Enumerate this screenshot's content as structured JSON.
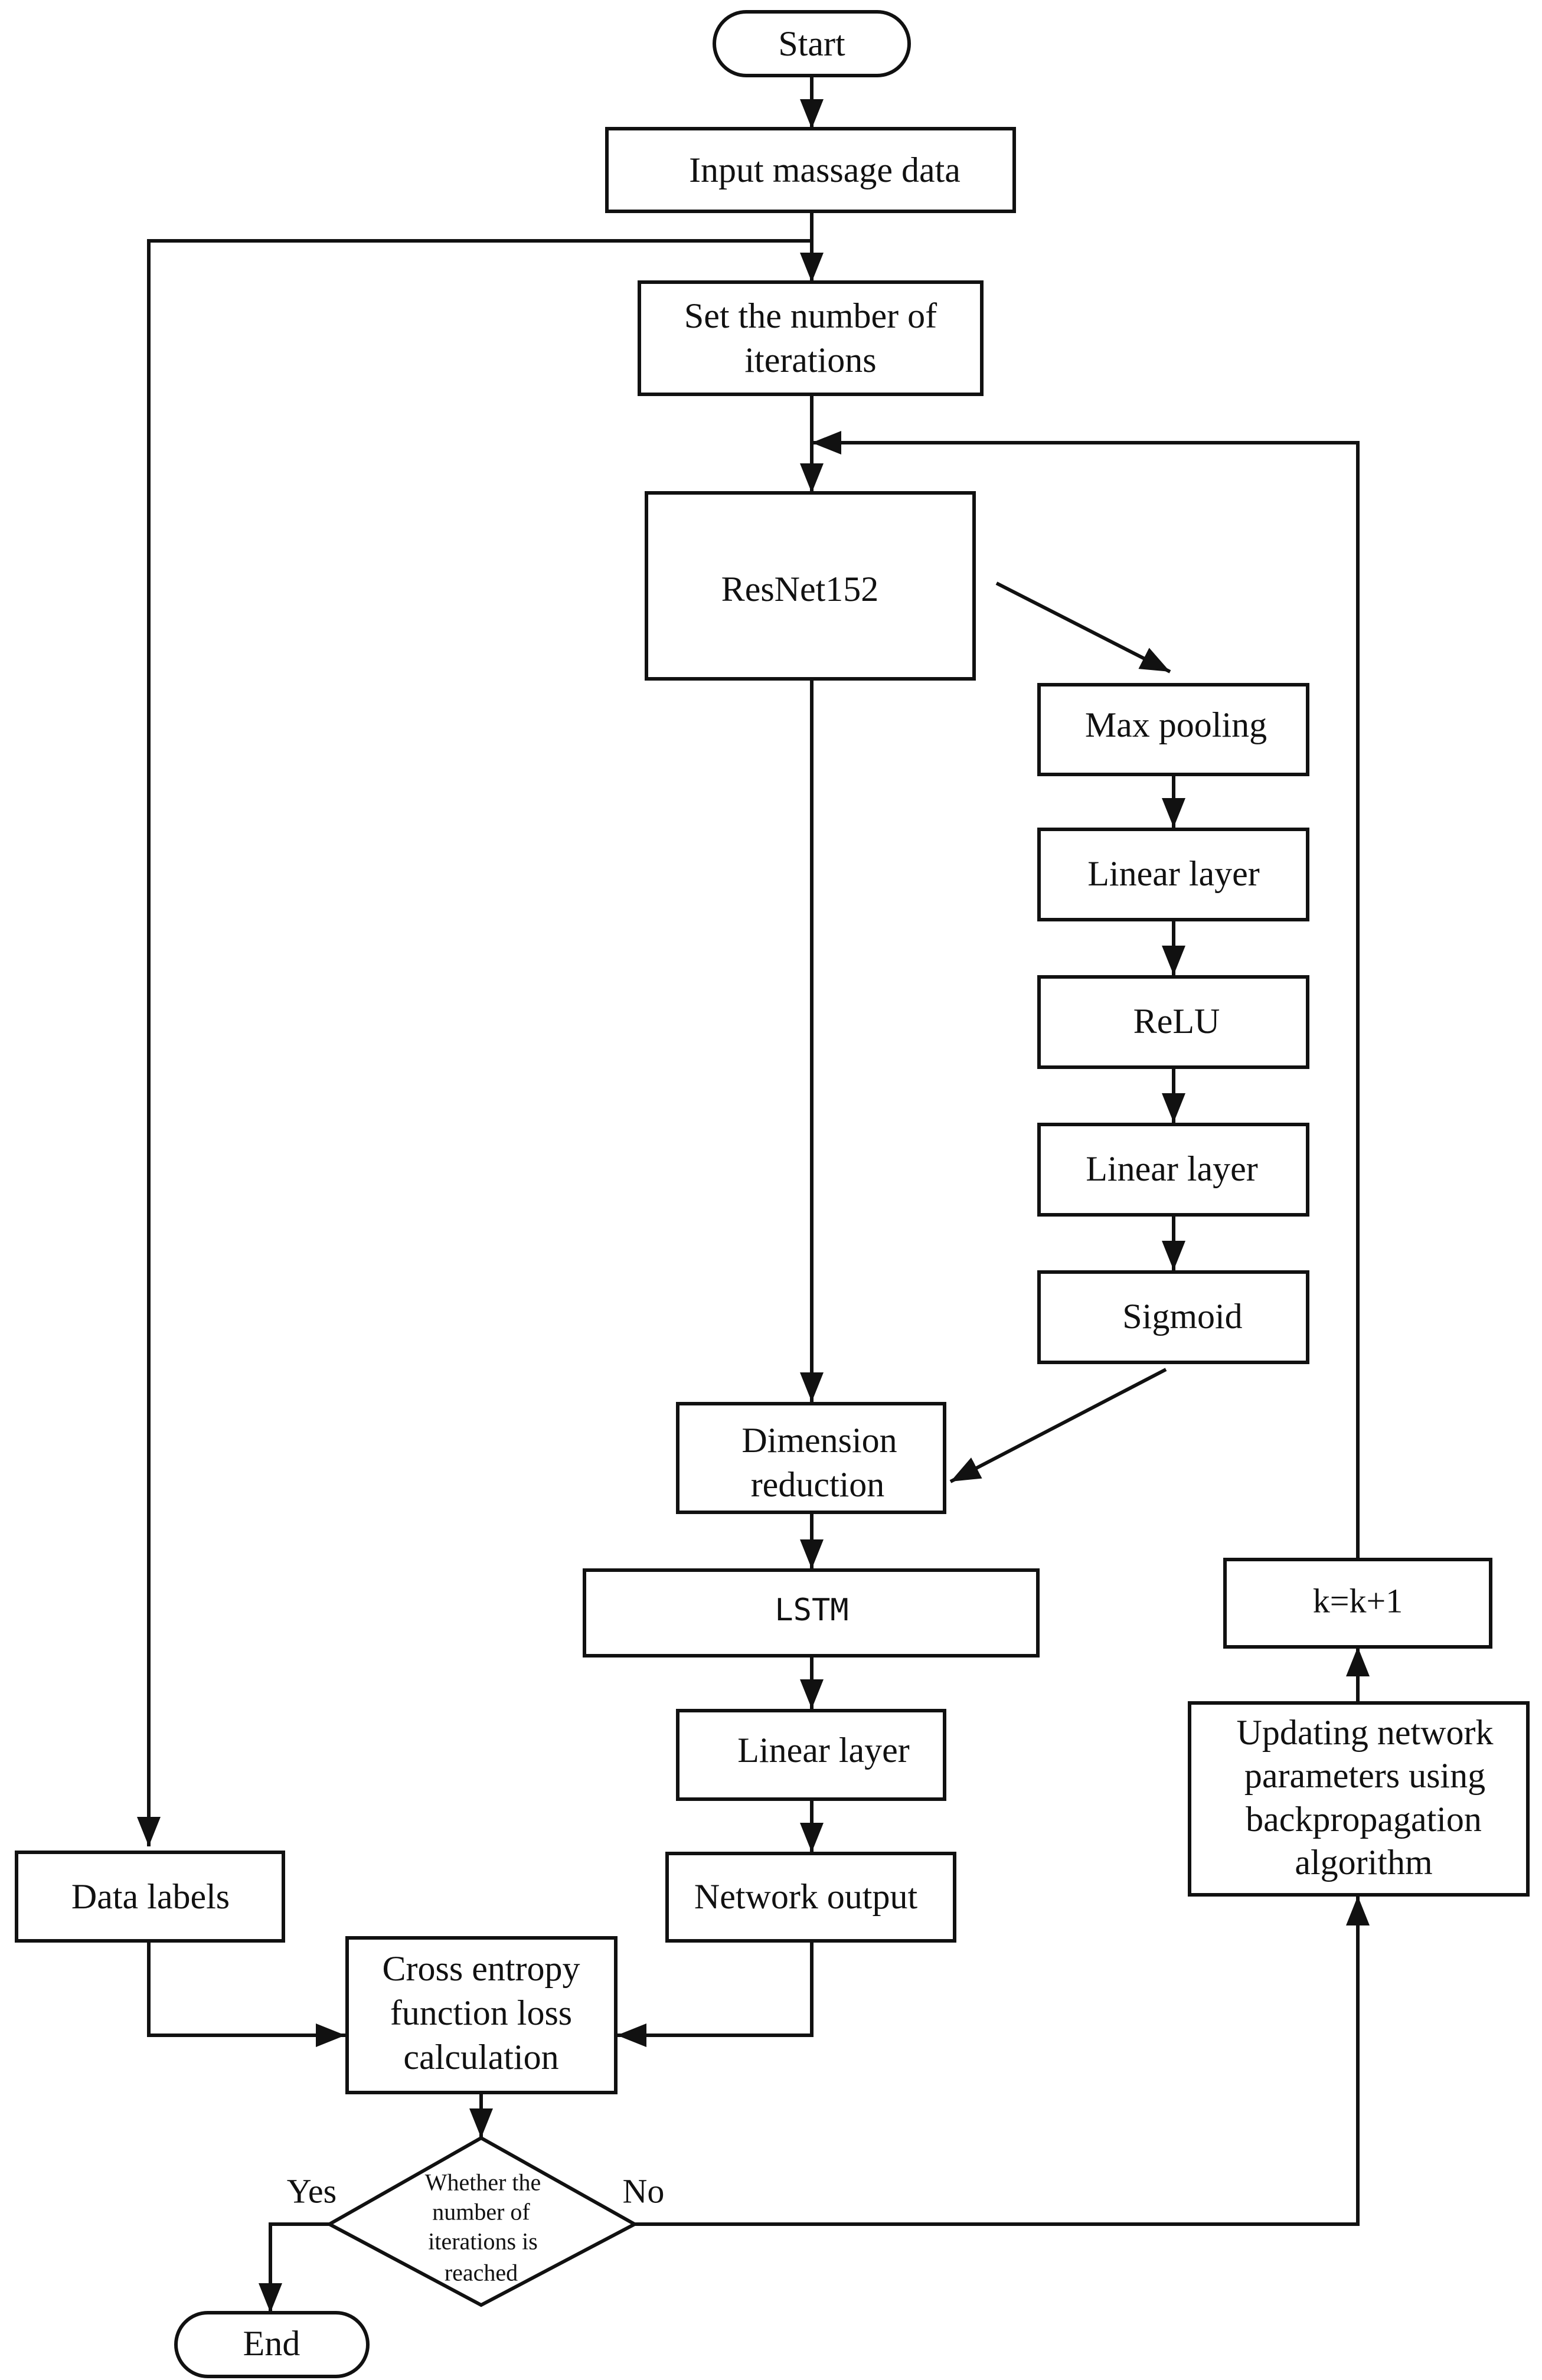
{
  "nodes": {
    "start": "Start",
    "input": "Input massage data",
    "set_iter_1": "Set the number of",
    "set_iter_2": "iterations",
    "resnet": "ResNet152",
    "maxpool": "Max pooling",
    "linear1": "Linear layer",
    "relu": "ReLU",
    "linear2": "Linear layer",
    "sigmoid": "Sigmoid",
    "dimred_1": "Dimension",
    "dimred_2": "reduction",
    "lstm": "LSTM",
    "linear3": "Linear layer",
    "netout": "Network output",
    "datalabels": "Data labels",
    "ce_1": "Cross entropy",
    "ce_2": "function loss",
    "ce_3": "calculation",
    "decision_1": "Whether the",
    "decision_2": "number of",
    "decision_3": "iterations is",
    "decision_4": "reached",
    "yes": "Yes",
    "no": "No",
    "end": "End",
    "update_1": "Updating network",
    "update_2": "parameters using",
    "update_3": "backpropagation",
    "update_4": "algorithm",
    "kinc": "k=k+1"
  }
}
